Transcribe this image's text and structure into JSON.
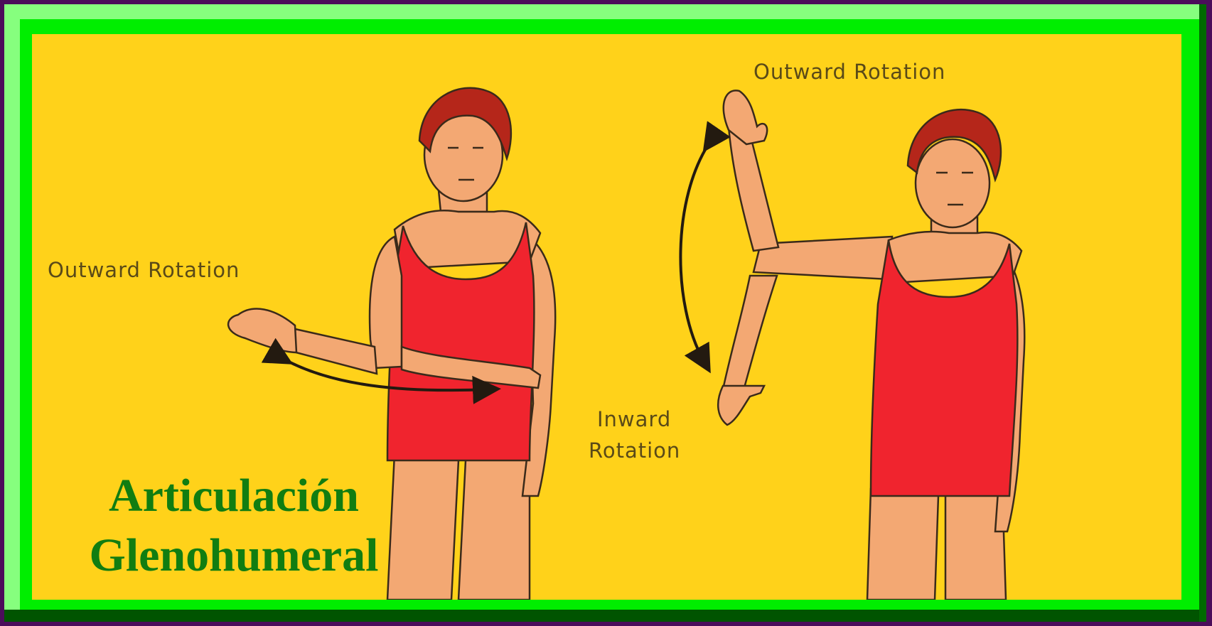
{
  "illustration": {
    "left_figure_label": "Outward Rotation",
    "right_figure_top_label": "Outward Rotation",
    "right_figure_bottom_label_line1": "Inward",
    "right_figure_bottom_label_line2": "Rotation"
  },
  "title": {
    "line1": "Articulación",
    "line2": "Glenohumeral"
  },
  "colors": {
    "background": "#ffd21a",
    "frame_green": "#00ee00",
    "title_green": "#117d11",
    "swimsuit_red": "#f0242e",
    "skin": "#f3a873",
    "hair": "#b5261a"
  }
}
